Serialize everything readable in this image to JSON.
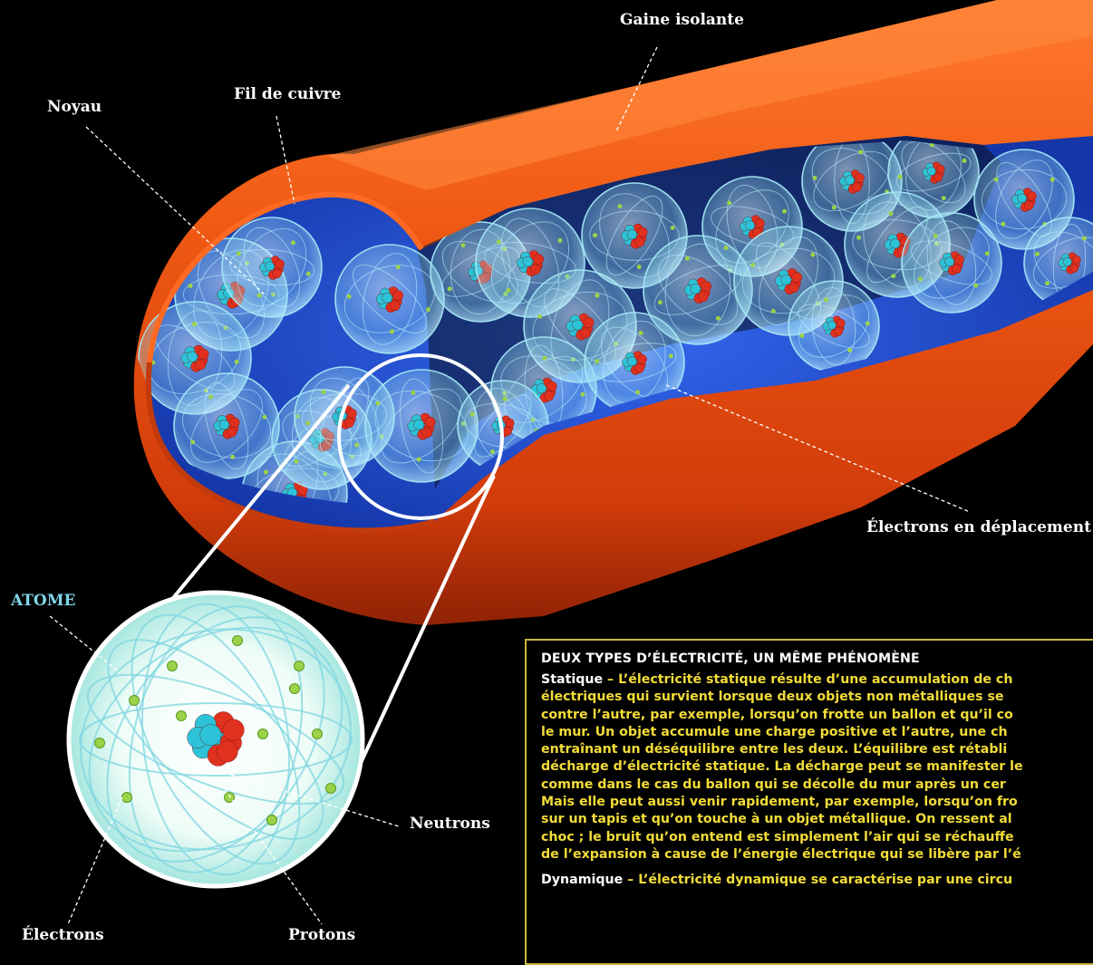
{
  "labels": {
    "gaine": "Gaine isolante",
    "fil": "Fil de cuivre",
    "noyau": "Noyau",
    "electrons_deplacement": "Électrons en déplacement",
    "atome": "ATOME",
    "neutrons": "Neutrons",
    "electrons": "Électrons",
    "protons": "Protons"
  },
  "infobox": {
    "title": "DEUX TYPES D’ÉLECTRICITÉ, UN MÊME PHÉNOMÈNE",
    "statique_term": "Statique",
    "statique_lines": [
      " – L’électricité statique résulte d’une accumulation de ch",
      "électriques qui survient lorsque deux objets non métalliques se",
      "contre l’autre, par exemple, lorsqu’on frotte un ballon et qu’il co",
      "le mur. Un objet accumule une charge positive et l’autre, une ch",
      "entraînant un déséquilibre entre les deux. L’équilibre est rétabli",
      "décharge d’électricité statique. La décharge peut se manifester le",
      "comme dans le cas du ballon qui se décolle du mur après un cer",
      "Mais elle peut aussi venir rapidement, par exemple, lorsqu’on fro",
      "sur un tapis et qu’on touche à un objet métallique. On ressent al",
      "choc ; le bruit qu’on entend est simplement l’air qui se réchauffe",
      "de l’expansion à cause de l’énergie électrique qui se libère par l’é"
    ],
    "dynamique_term": "Dynamique",
    "dynamique_lines": [
      " – L’électricité dynamique se caractérise par une circu"
    ]
  },
  "colors": {
    "sheath": "#f05a14",
    "sheath_dark": "#b8300a",
    "copper_inside": "#1e46d2",
    "atom_shell": "#a6e8f5",
    "electron": "#9bd24a",
    "neutron": "#2cc3d8",
    "proton": "#e0301e",
    "info_text": "#f2dc38",
    "info_border": "#c8b640"
  }
}
